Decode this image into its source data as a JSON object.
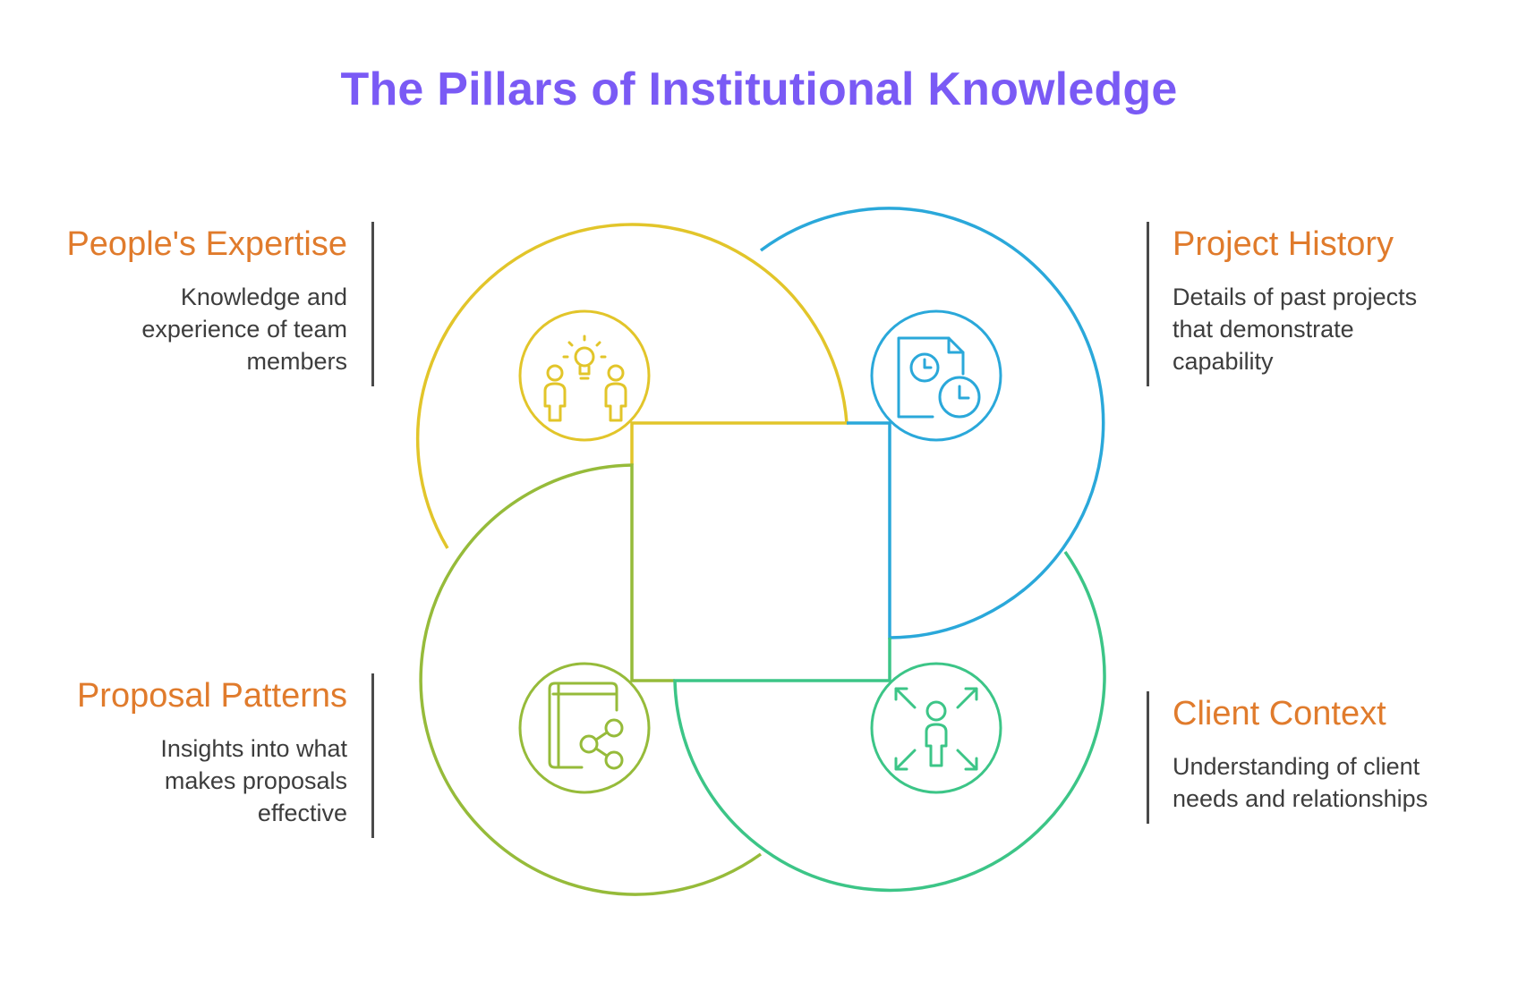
{
  "title": "The Pillars of Institutional Knowledge",
  "colors": {
    "title": "#7a5af5",
    "heading": "#e07b2c",
    "text": "#3d3d3d",
    "yellow": "#e2c52a",
    "blue": "#2aa8da",
    "olive": "#96bb3a",
    "green": "#3cc587"
  },
  "pillars": [
    {
      "heading": "People's Expertise",
      "description": "Knowledge and experience of team members",
      "icon": "people-lightbulb-icon",
      "color": "#e2c52a"
    },
    {
      "heading": "Project History",
      "description": "Details of past projects that demonstrate capability",
      "icon": "document-clock-icon",
      "color": "#2aa8da"
    },
    {
      "heading": "Proposal Patterns",
      "description": "Insights into what makes proposals effective",
      "icon": "book-share-icon",
      "color": "#96bb3a"
    },
    {
      "heading": "Client Context",
      "description": "Understanding of client needs and relationships",
      "icon": "person-expand-icon",
      "color": "#3cc587"
    }
  ]
}
